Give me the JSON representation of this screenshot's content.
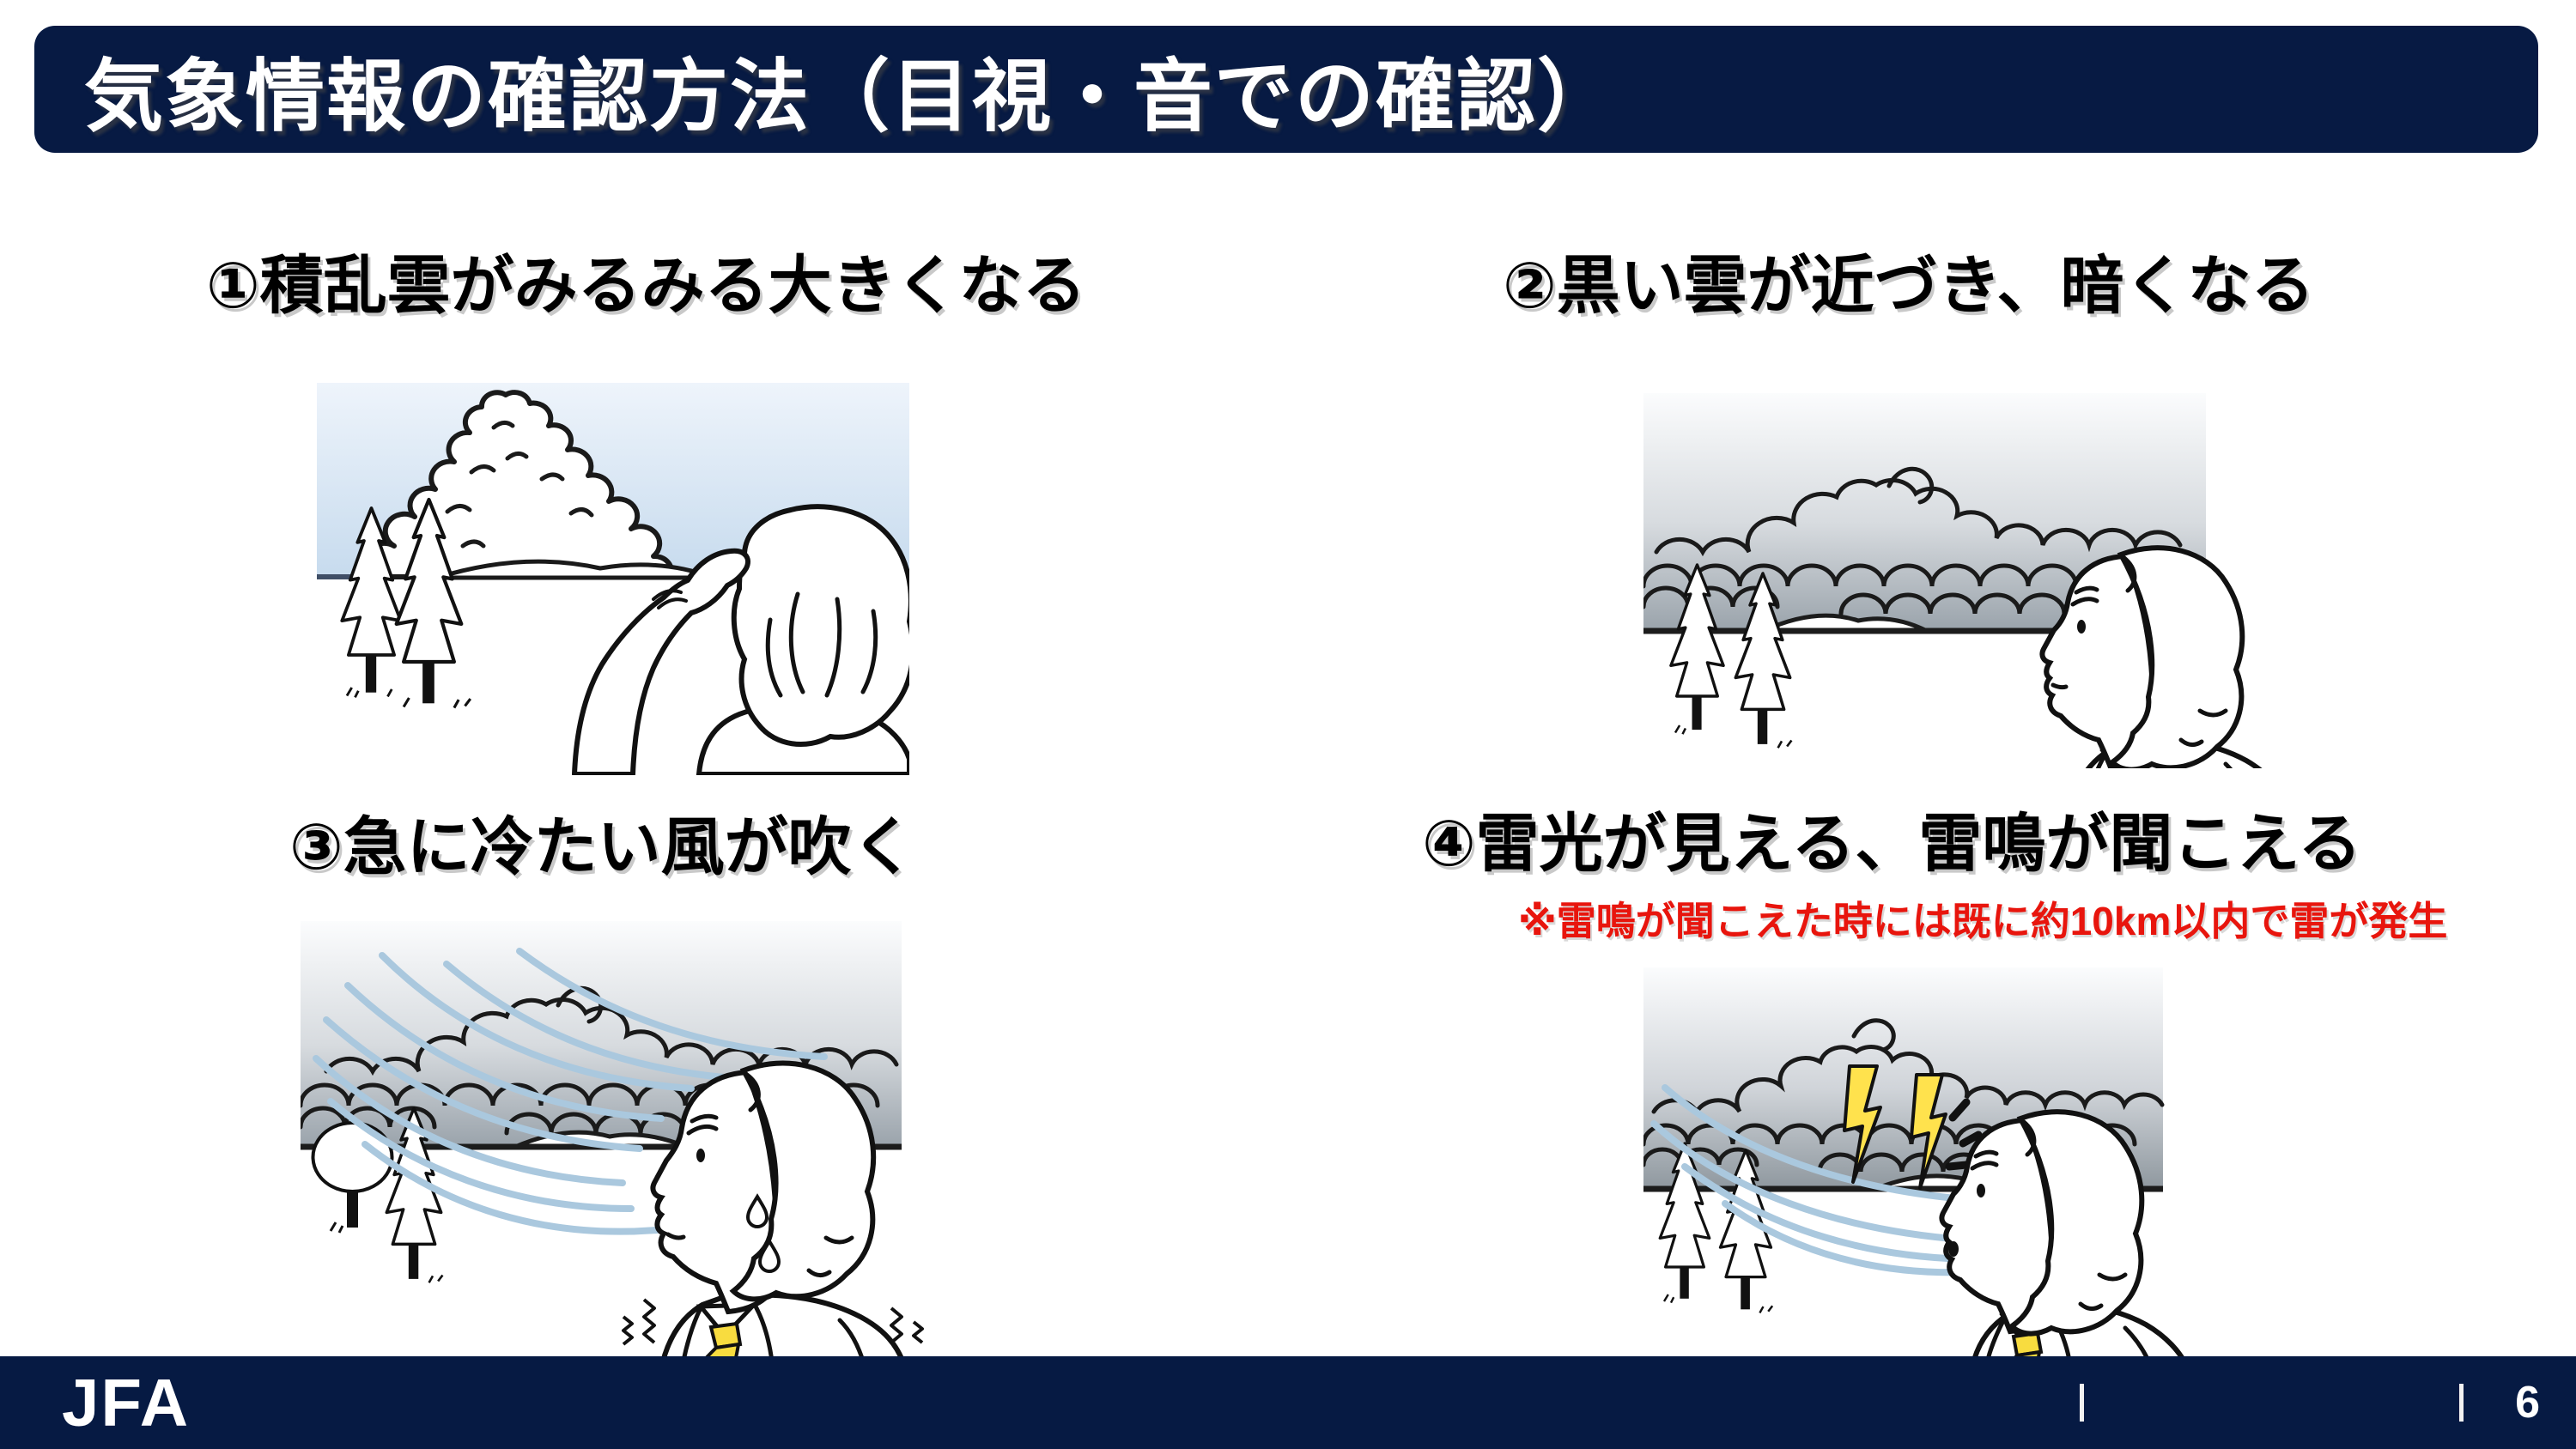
{
  "header": {
    "title": "気象情報の確認方法（目視・音での確認）"
  },
  "sections": [
    {
      "id": 1,
      "heading": "①積乱雲がみるみる大きくなる"
    },
    {
      "id": 2,
      "heading": "②黒い雲が近づき、暗くなる"
    },
    {
      "id": 3,
      "heading": "③急に冷たい風が吹く"
    },
    {
      "id": 4,
      "heading": "④雷光が見える、雷鳴が聞こえる",
      "note": "※雷鳴が聞こえた時には既に約10km以内で雷が発生"
    }
  ],
  "footer": {
    "logo": "JFA",
    "page_number": "6"
  },
  "colors": {
    "navy": "#071a43",
    "heading_text": "#000000",
    "note_red": "#e8150d",
    "tie_yellow": "#f8dc3f",
    "lightning_yellow": "#ffe24d",
    "sky_blue": "#d9e7f5",
    "cloud_sky_gray": "#9aa3ab",
    "wind_blue": "#aac8de",
    "horizon_dark": "#1c1c1c"
  }
}
